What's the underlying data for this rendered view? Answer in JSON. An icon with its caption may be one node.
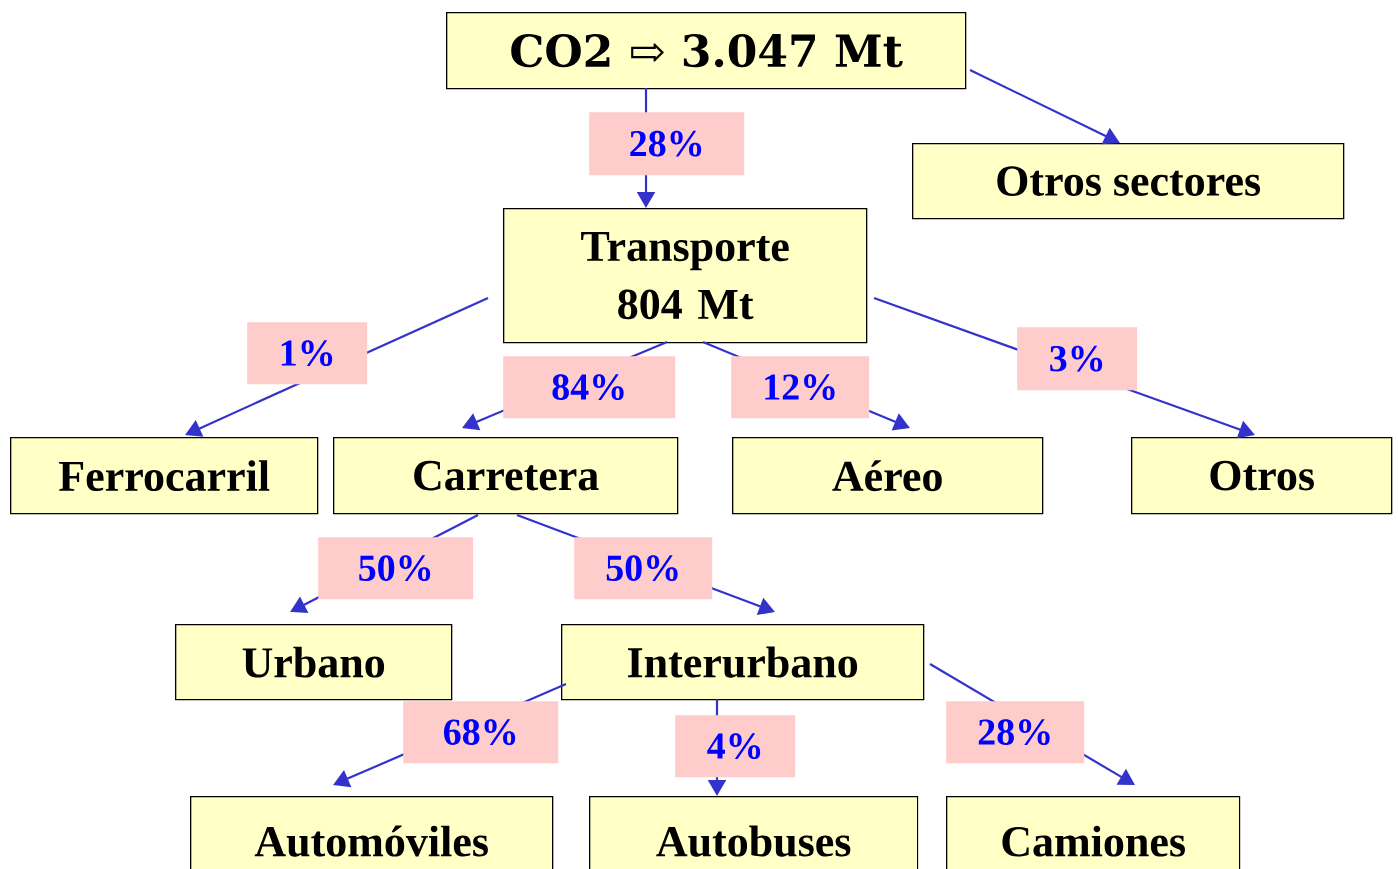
{
  "diagram": {
    "nodes": [
      {
        "text": [
          "CO2 ⇨ 3.047 Mt"
        ]
      },
      {
        "text": [
          "Otros sectores"
        ]
      },
      {
        "text": [
          "Transporte 804 Mt"
        ]
      },
      {
        "text": [
          "Ferrocarril"
        ]
      },
      {
        "text": [
          "Carretera"
        ]
      },
      {
        "text": [
          "Aéreo"
        ]
      },
      {
        "text": [
          "Otros"
        ]
      },
      {
        "text": [
          "Urbano"
        ]
      },
      {
        "text": [
          "Interurbano"
        ]
      },
      {
        "text": [
          "Automóviles"
        ]
      },
      {
        "text": [
          "Autobuses"
        ]
      },
      {
        "text": [
          "Camiones"
        ]
      }
    ],
    "edges": [
      {
        "from": 0,
        "to": 2,
        "arrow": "to",
        "label": "28%"
      },
      {
        "from": 0,
        "to": 1,
        "arrow": "to"
      },
      {
        "from": 2,
        "to": 3,
        "arrow": "to",
        "label": "1%"
      },
      {
        "from": 2,
        "to": 4,
        "arrow": "to",
        "label": "84%"
      },
      {
        "from": 2,
        "to": 5,
        "arrow": "to",
        "label": "12%"
      },
      {
        "from": 2,
        "to": 6,
        "arrow": "to",
        "label": "3%"
      },
      {
        "from": 4,
        "to": 7,
        "arrow": "to",
        "label": "50%"
      },
      {
        "from": 4,
        "to": 8,
        "arrow": "to",
        "label": "50%"
      },
      {
        "from": 8,
        "to": 9,
        "arrow": "to",
        "label": "68%"
      },
      {
        "from": 8,
        "to": 10,
        "arrow": "to",
        "label": "4%"
      },
      {
        "from": 8,
        "to": 11,
        "arrow": "to",
        "label": "28%"
      }
    ]
  }
}
